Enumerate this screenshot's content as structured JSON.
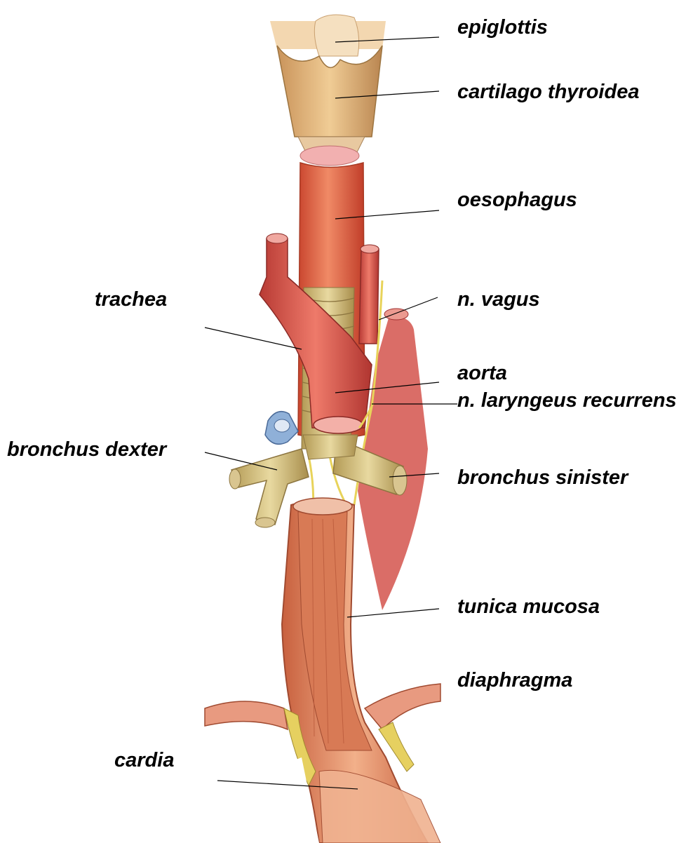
{
  "labels": {
    "epiglottis": "epiglottis",
    "cartilago_thyroidea": "cartilago thyroidea",
    "oesophagus": "oesophagus",
    "trachea": "trachea",
    "n_vagus": "n. vagus",
    "aorta": "aorta",
    "n_laryngeus_recurrens": "n. laryngeus recurrens",
    "bronchus_dexter": "bronchus dexter",
    "bronchus_sinister": "bronchus sinister",
    "tunica_mucosa": "tunica mucosa",
    "diaphragma": "diaphragma",
    "cardia": "cardia"
  },
  "colors": {
    "oesophagus": "#e0684a",
    "aorta": "#d9544a",
    "trachea_cartilage": "#d6c27a",
    "larynx": "#e2b47a",
    "nerve": "#e8d35a",
    "mucosa": "#e8a07a",
    "vein": "#7f9fc8"
  }
}
